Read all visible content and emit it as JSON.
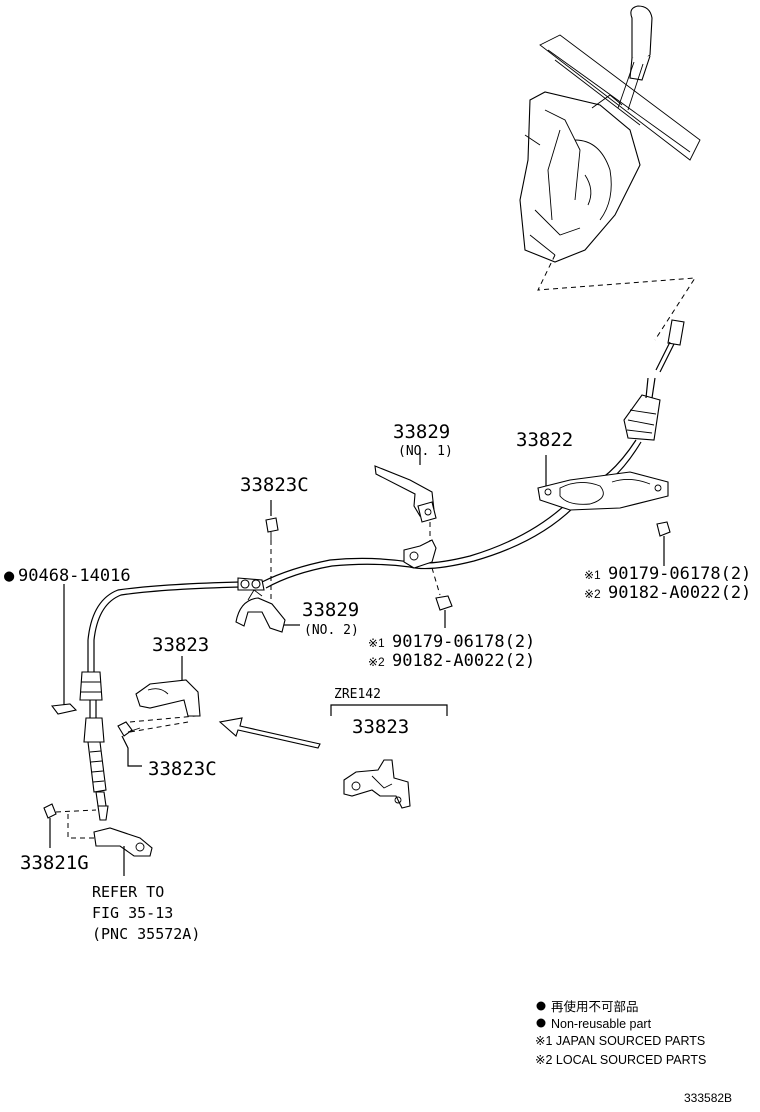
{
  "labels": {
    "p33829_no1": "33829",
    "p33829_no1_sub": "(NO. 1)",
    "p33822": "33822",
    "p33823c_top": "33823C",
    "p90468": "90468-14016",
    "p33829_no2": "33829",
    "p33829_no2_sub": "(NO. 2)",
    "p33823_left": "33823",
    "p33823c_left": "33823C",
    "p33821g": "33821G",
    "zre_group": "ZRE142",
    "p33823_zre": "33823",
    "nut_right_1": "90179-06178(2)",
    "nut_right_2": "90182-A0022(2)",
    "nut_mid_1": "90179-06178(2)",
    "nut_mid_2": "90182-A0022(2)",
    "mark1": "※1",
    "mark2": "※2",
    "nonreuse_mark": "●"
  },
  "refer": {
    "line1": "REFER TO",
    "line2": "FIG 35-13",
    "line3": "(PNC 35572A)"
  },
  "legend": {
    "item1": "再使用不可部品",
    "item2": "Non-reusable part",
    "item3": "※1 JAPAN SOURCED PARTS",
    "item4": "※2 LOCAL SOURCED PARTS"
  },
  "figure_code": "333582B"
}
